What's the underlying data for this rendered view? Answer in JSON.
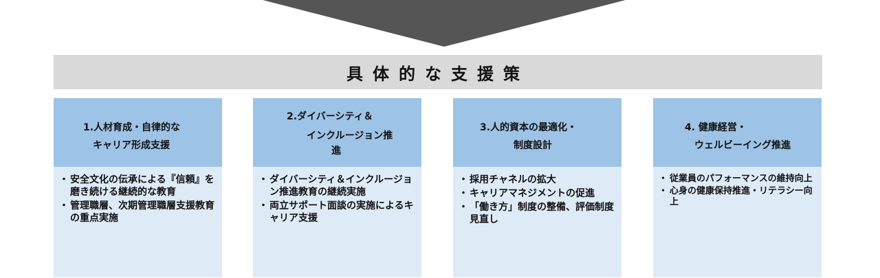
{
  "banner": {
    "title": "具体的な支援策"
  },
  "columns": [
    {
      "heading": [
        "1.人材育成・自律的な",
        "キャリア形成支援"
      ],
      "items": [
        "安全文化の伝承による『信頼』を磨き続ける継続的な教育",
        "管理職層、次期管理職層支援教育の重点実施"
      ]
    },
    {
      "heading": [
        "2.ダイバーシティ＆",
        "インクルージョン推",
        "進"
      ],
      "items": [
        "ダイバーシティ＆インクルージョン推進教育の継続実施",
        "両立サポート面談の実施によるキャリア支援"
      ]
    },
    {
      "heading": [
        "3.人的資本の最適化・",
        "制度設計"
      ],
      "items": [
        "採用チャネルの拡大",
        "キャリアマネジメントの促進",
        "「働き方」制度の整備、評価制度見直し"
      ]
    },
    {
      "heading": [
        "4.  健康経営・",
        "ウェルビーイング推進"
      ],
      "items": [
        "従業員のパフォーマンスの維持向上",
        "心身の健康保持推進・リテラシー向上"
      ]
    }
  ],
  "colors": {
    "arrow": "#555555",
    "banner": "#d9d9d9",
    "heading_fill": "#9dc3e6",
    "body_fill": "#deebf7"
  }
}
